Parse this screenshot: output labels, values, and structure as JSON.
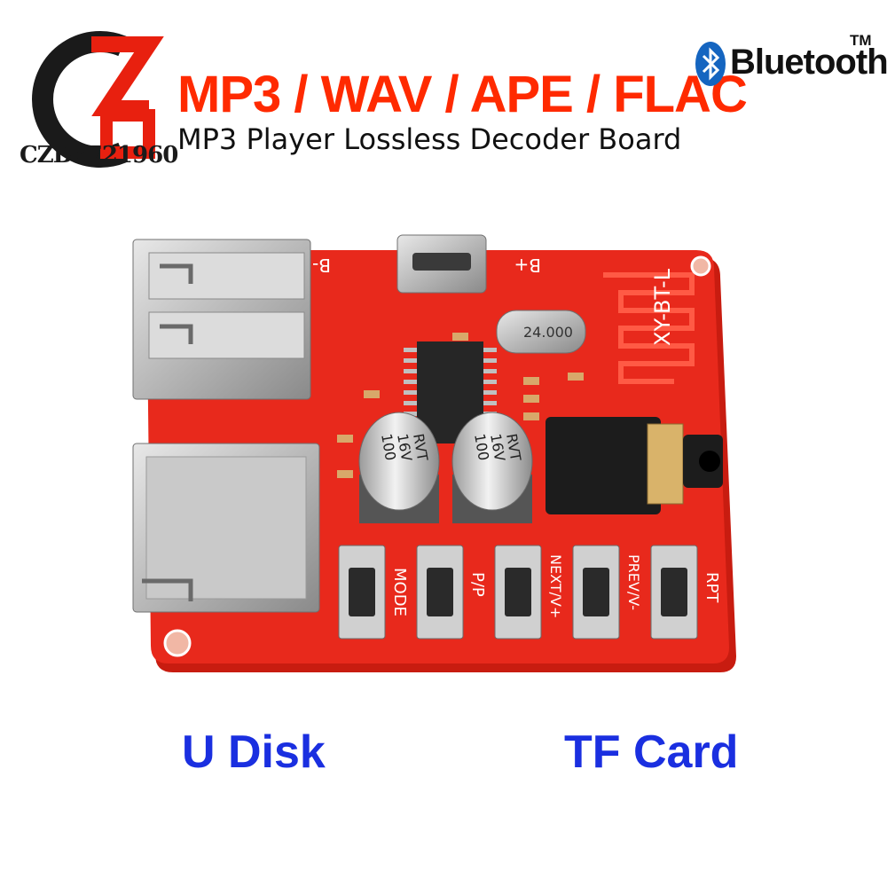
{
  "brand": {
    "caption": "CZB6721960",
    "colors": {
      "logo_black": "#1a1a1a",
      "logo_red": "#e8200f"
    }
  },
  "header": {
    "headline": "MP3 / WAV / APE / FLAC",
    "subline": "MP3 Player Lossless Decoder Board",
    "headline_color": "#ff2a00"
  },
  "bluetooth": {
    "label": "Bluetooth",
    "trademark": "TM",
    "icon": "bluetooth-icon",
    "badge_color": "#1565c0"
  },
  "board": {
    "pcb_color": "#e8291c",
    "model": "XY-BT-L",
    "crystal": "24.000",
    "capacitors": [
      {
        "value": "100",
        "voltage": "16V",
        "series": "RVT"
      },
      {
        "value": "100",
        "voltage": "16V",
        "series": "RVT"
      }
    ],
    "power_labels": {
      "negative": "B-",
      "positive": "B+"
    },
    "buttons": [
      {
        "label": "MODE"
      },
      {
        "label": "P/P"
      },
      {
        "label": "NEXT/V+"
      },
      {
        "label": "PREV/V-"
      },
      {
        "label": "RPT"
      }
    ]
  },
  "captions": {
    "usb": "U Disk",
    "tf": "TF Card",
    "color": "#1a2fe0"
  }
}
